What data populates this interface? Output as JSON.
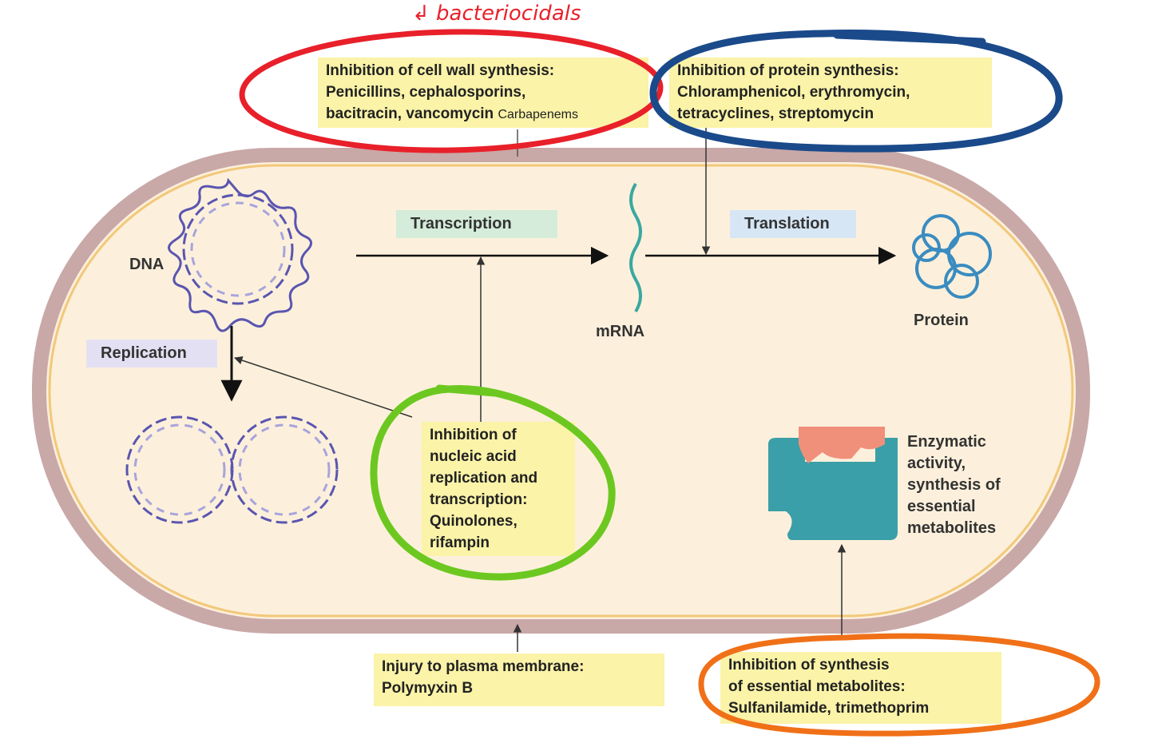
{
  "handwritten_note": "↲ bacteriocidals",
  "boxes": {
    "cell_wall": {
      "title": "Inhibition of cell wall synthesis:",
      "line2": "Penicillins, cephalosporins,",
      "line3": "bacitracin, vancomycin",
      "note": "Carbapenems"
    },
    "protein_synthesis": {
      "title": "Inhibition of protein synthesis:",
      "line2": "Chloramphenicol, erythromycin,",
      "line3": "tetracyclines, streptomycin"
    },
    "nucleic_acid": {
      "line1": "Inhibition of",
      "line2": "nucleic acid",
      "line3": "replication and",
      "line4": "transcription:",
      "line5": "Quinolones,",
      "line6": "rifampin"
    },
    "plasma_membrane": {
      "line1": "Injury to plasma membrane:",
      "line2": "Polymyxin B"
    },
    "metabolites": {
      "line1": "Inhibition of synthesis",
      "line2": "of essential metabolites:",
      "line3": "Sulfanilamide, trimethoprim"
    }
  },
  "process_labels": {
    "transcription": "Transcription",
    "translation": "Translation",
    "replication": "Replication"
  },
  "molecule_labels": {
    "dna": "DNA",
    "mrna": "mRNA",
    "protein": "Protein"
  },
  "enzyme_text": {
    "line1": "Enzymatic",
    "line2": "activity,",
    "line3": "synthesis of",
    "line4": "essential",
    "line5": "metabolites"
  },
  "colors": {
    "cell_fill": "#fcf0dc",
    "cell_wall": "#c9a8a8",
    "label_box": "#faf3a8",
    "transcription_tag": "#d4ecd9",
    "translation_tag": "#d6e6f5",
    "replication_tag": "#e4e0f3",
    "dna": "#5a55b0",
    "mrna": "#3aa8a0",
    "protein": "#3a8cc0",
    "enzyme": "#3a9fa8",
    "substrate": "#f0907a",
    "circle_red": "#e8202a",
    "circle_blue": "#1a4a8a",
    "circle_green": "#6cc820",
    "circle_orange": "#f07018"
  }
}
